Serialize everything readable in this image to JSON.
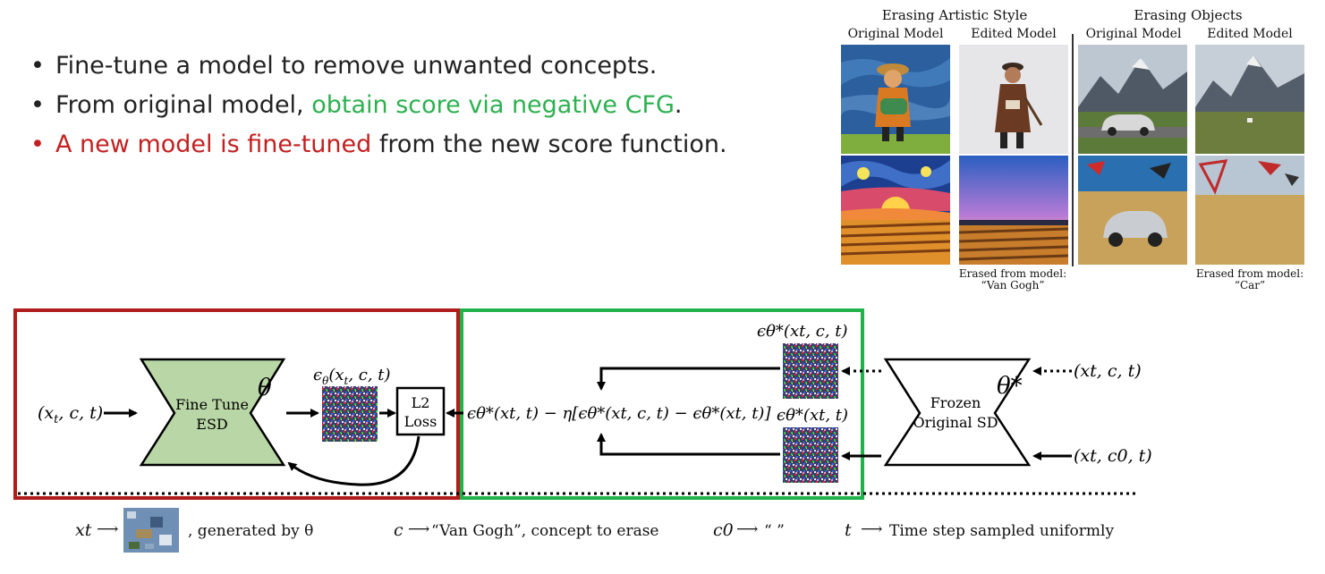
{
  "bullets": [
    {
      "text": "Fine-tune a model to remove unwanted concepts."
    },
    {
      "prefix": "From original model, ",
      "highlight": "obtain score via negative CFG",
      "suffix": "."
    },
    {
      "highlight": "A new model is fine-tuned",
      "suffix": " from the new score function."
    }
  ],
  "figure": {
    "style_title": "Erasing Artistic Style",
    "objects_title": "Erasing Objects",
    "col_original_1": "Original Model",
    "col_edited_1": "Edited Model",
    "col_original_2": "Original Model",
    "col_edited_2": "Edited Model",
    "caption_style_line1": "Erased from model:",
    "caption_style_line2": "“Van Gogh”",
    "caption_obj_line1": "Erased from model:",
    "caption_obj_line2": "“Car”"
  },
  "diagram": {
    "input_left": "(x",
    "input_left_sub": "t",
    "input_left_rest": ", c, t)",
    "finetune_line1": "Fine Tune",
    "finetune_line2": "ESD",
    "theta": "θ",
    "eps_theta": "ϵ",
    "eps_theta_sub": "θ",
    "eps_theta_args": "(x",
    "eps_theta_args_sub": "t",
    "eps_theta_args_rest": ", c, t)",
    "loss_line1": "L2",
    "loss_line2": "Loss",
    "formula": "ϵθ*(xt, t) − η[ϵθ*(xt, c, t) − ϵθ*(xt, t)]",
    "eps_star_ct": "ϵθ*(xt, c, t)",
    "eps_star_t": "ϵθ*(xt, t)",
    "frozen_line1": "Frozen",
    "frozen_line2": "Original SD",
    "theta_star": "θ*",
    "input_right_top": "(xt, c, t)",
    "input_right_bottom": "(xt, c0, t)"
  },
  "legend": {
    "xt": "xt",
    "xt_desc": ", generated by θ",
    "c": "c",
    "c_desc": "“Van Gogh”, concept to erase",
    "c0": "c0",
    "c0_desc": "“ ”",
    "t": "t",
    "t_desc": "Time step sampled uniformly"
  },
  "colors": {
    "red_box": "#b01c1c",
    "green_box": "#22b24c",
    "finetune_fill": "#b9d6a6",
    "green_text": "#2db04f",
    "red_text": "#c22121"
  }
}
